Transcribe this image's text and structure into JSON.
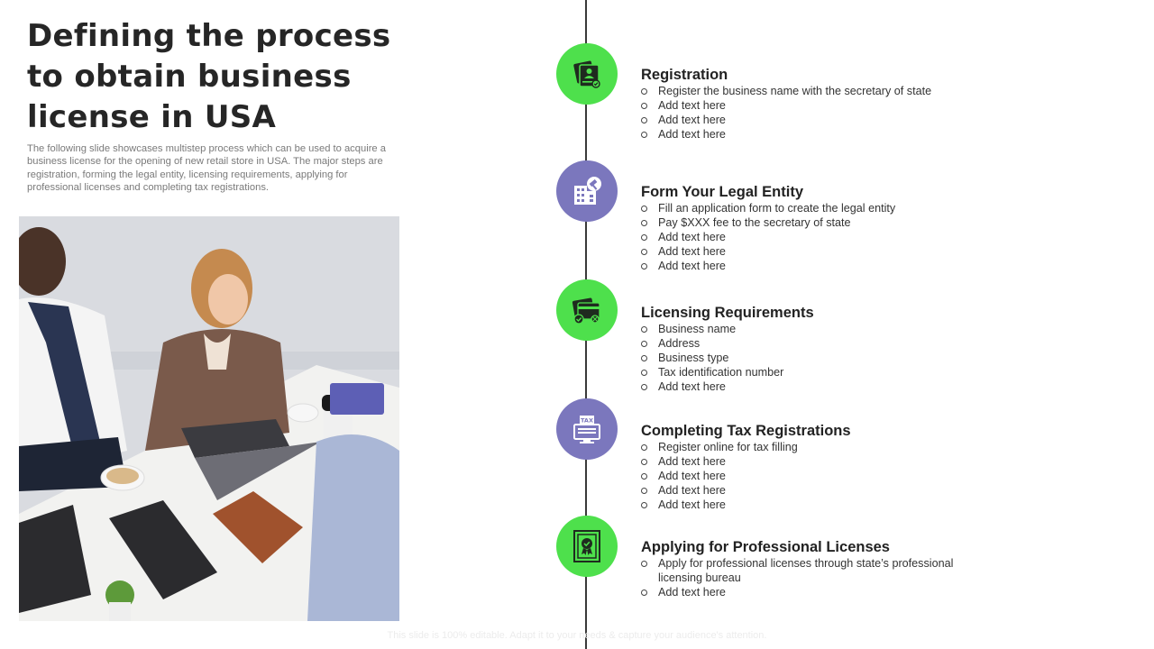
{
  "slide": {
    "title": "Defining the process to obtain business license in USA",
    "description": "The following slide showcases multistep process which can be used to acquire a business license for the opening of new retail store in USA. The major steps are registration, forming the legal entity, licensing requirements, applying for professional licenses and completing tax registrations.",
    "footer": "This slide is 100% editable. Adapt it to your needs & capture your audience's attention."
  },
  "colors": {
    "green": "#4ee04c",
    "purple": "#7b77bd",
    "line": "#3a3a3a"
  },
  "steps": [
    {
      "icon": "id-cards-icon",
      "color": "green",
      "title": "Registration",
      "items": [
        "Register the business name with the secretary of state",
        "Add text here",
        "Add text here",
        "Add text here"
      ]
    },
    {
      "icon": "building-gavel-icon",
      "color": "purple",
      "title": "Form Your Legal Entity",
      "items": [
        "Fill an application form to create the legal entity",
        "Pay $XXX  fee to the secretary of state",
        "Add text here",
        "Add text here",
        "Add text here"
      ]
    },
    {
      "icon": "license-check-icon",
      "color": "green",
      "title": "Licensing Requirements",
      "items": [
        "Business name",
        "Address",
        "Business type",
        "Tax identification number",
        "Add text here"
      ]
    },
    {
      "icon": "tax-computer-icon",
      "color": "purple",
      "title": "Completing Tax Registrations",
      "items": [
        "Register online for tax filling",
        "Add text here",
        "Add text here",
        "Add text here",
        "Add text here"
      ]
    },
    {
      "icon": "certificate-icon",
      "color": "green",
      "title": "Applying for Professional Licenses",
      "items": [
        "Apply for professional  licenses through state’s professional licensing bureau",
        "Add text here"
      ]
    }
  ]
}
